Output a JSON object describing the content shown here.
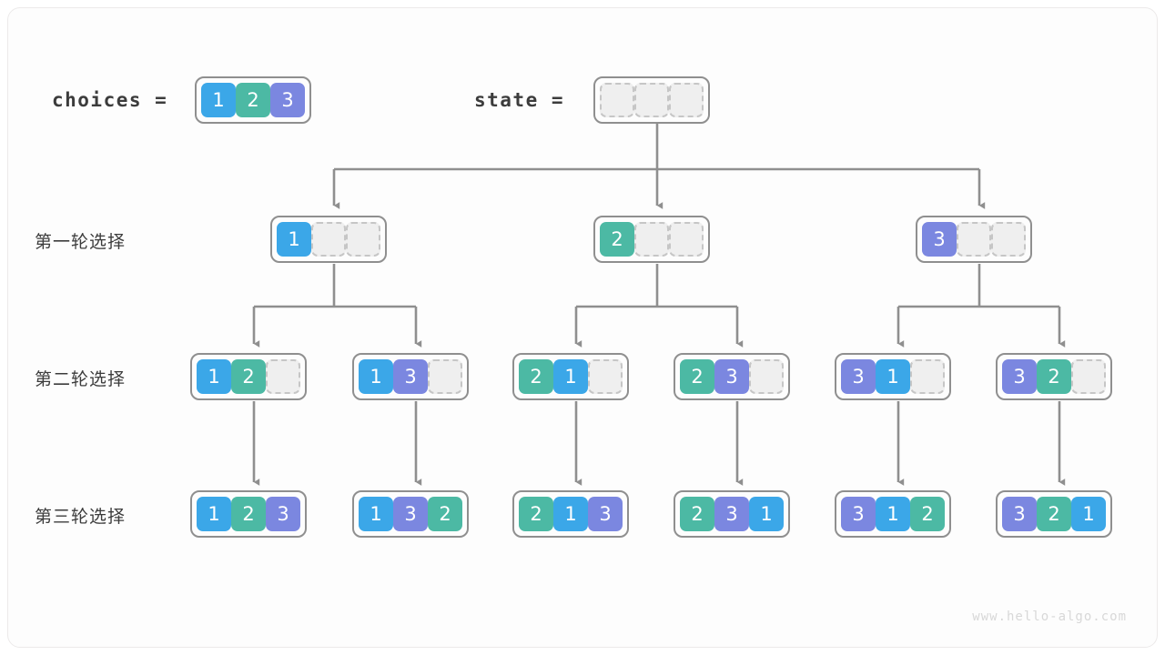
{
  "diagram": {
    "title": "permutations-backtracking-tree",
    "watermark": "www.hello-algo.com",
    "colors": {
      "value_1": "#3ba7e8",
      "value_2": "#4cb9a4",
      "value_3": "#7b87e0",
      "empty_cell": "#efefef",
      "border": "#8f8f8f",
      "wire": "#8f8f8f",
      "text": "#3c3c3c",
      "card_bg": "#fdfdfd"
    }
  },
  "header": {
    "choices_label": "choices  =",
    "choices_values": [
      "1",
      "2",
      "3"
    ],
    "state_label": "state  =",
    "state_values": [
      "",
      "",
      ""
    ]
  },
  "rows": [
    {
      "label": "第一轮选择",
      "nodes": [
        {
          "name": "round1-node-1",
          "values": [
            "1",
            "",
            ""
          ]
        },
        {
          "name": "round1-node-2",
          "values": [
            "2",
            "",
            ""
          ]
        },
        {
          "name": "round1-node-3",
          "values": [
            "3",
            "",
            ""
          ]
        }
      ]
    },
    {
      "label": "第二轮选择",
      "nodes": [
        {
          "name": "round2-node-1",
          "values": [
            "1",
            "2",
            ""
          ]
        },
        {
          "name": "round2-node-2",
          "values": [
            "1",
            "3",
            ""
          ]
        },
        {
          "name": "round2-node-3",
          "values": [
            "2",
            "1",
            ""
          ]
        },
        {
          "name": "round2-node-4",
          "values": [
            "2",
            "3",
            ""
          ]
        },
        {
          "name": "round2-node-5",
          "values": [
            "3",
            "1",
            ""
          ]
        },
        {
          "name": "round2-node-6",
          "values": [
            "3",
            "2",
            ""
          ]
        }
      ]
    },
    {
      "label": "第三轮选择",
      "nodes": [
        {
          "name": "round3-node-1",
          "values": [
            "1",
            "2",
            "3"
          ]
        },
        {
          "name": "round3-node-2",
          "values": [
            "1",
            "3",
            "2"
          ]
        },
        {
          "name": "round3-node-3",
          "values": [
            "2",
            "1",
            "3"
          ]
        },
        {
          "name": "round3-node-4",
          "values": [
            "2",
            "3",
            "1"
          ]
        },
        {
          "name": "round3-node-5",
          "values": [
            "3",
            "1",
            "2"
          ]
        },
        {
          "name": "round3-node-6",
          "values": [
            "3",
            "2",
            "1"
          ]
        }
      ]
    }
  ]
}
